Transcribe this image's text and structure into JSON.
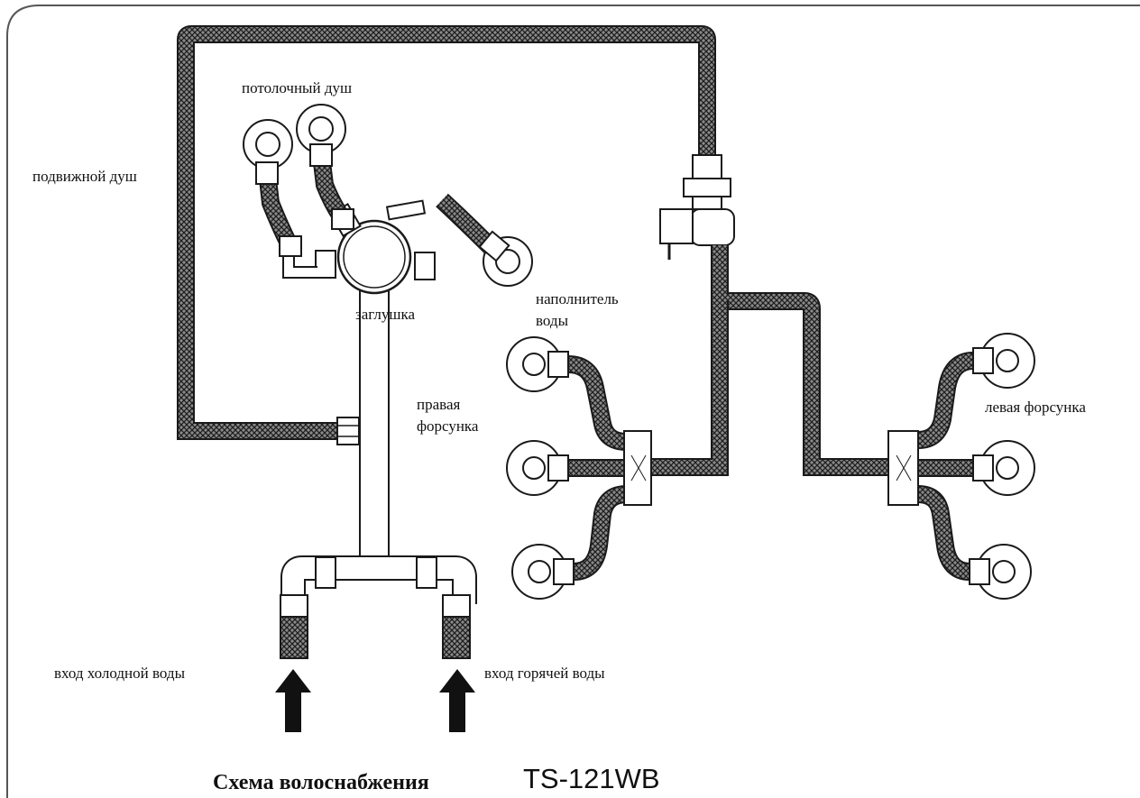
{
  "labels": {
    "ceiling_shower": "потолочный душ",
    "hand_shower": "подвижной душ",
    "plug": "заглушка",
    "water_filler": "наполнитель\nводы",
    "right_jet": "правая\nфорсунка",
    "left_jet": "левая форсунка",
    "cold_inlet": "вход холодной воды",
    "hot_inlet": "вход горячей воды"
  },
  "caption": {
    "title": "Схема волоснабжения",
    "model": "TS-121WB"
  },
  "colors": {
    "line": "#1a1a1a",
    "hose": "#555555",
    "background": "#ffffff"
  }
}
